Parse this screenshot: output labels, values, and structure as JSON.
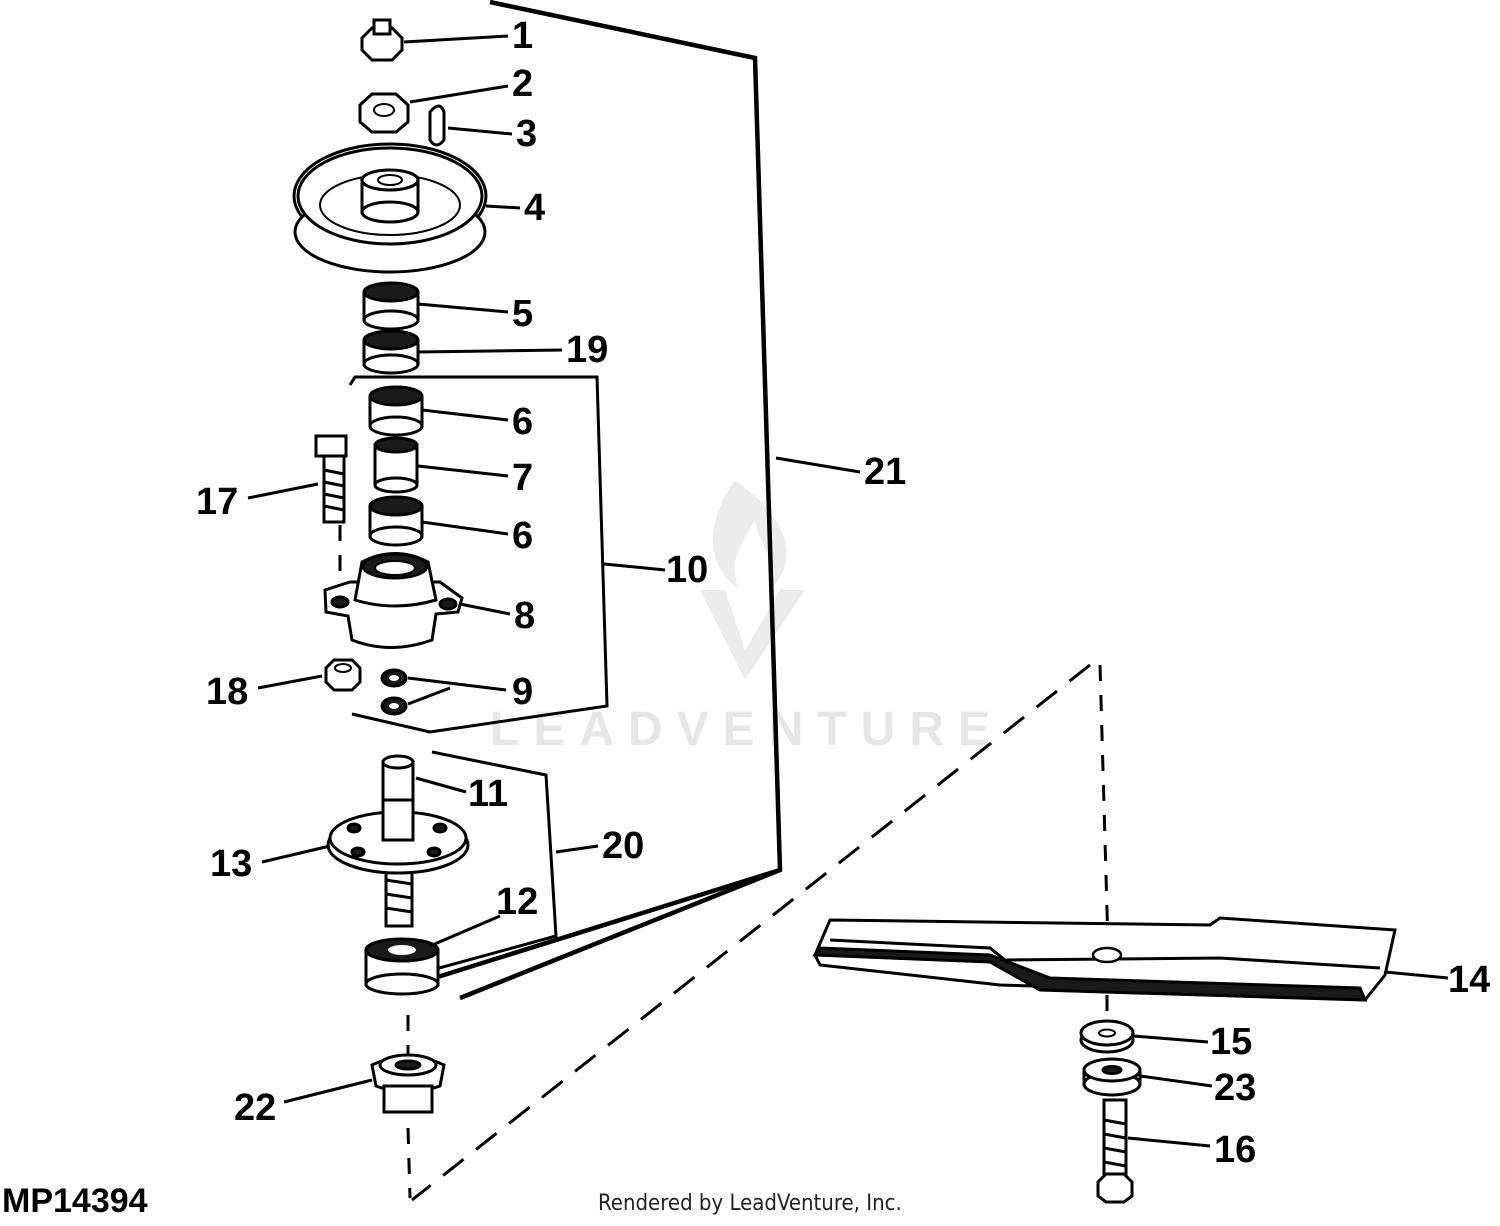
{
  "diagram": {
    "figure_id": "MP14394",
    "credit": "Rendered by LeadVenture, Inc.",
    "watermark": "LEADVENTURE",
    "callouts": [
      {
        "id": "c1",
        "label": "1"
      },
      {
        "id": "c2",
        "label": "2"
      },
      {
        "id": "c3",
        "label": "3"
      },
      {
        "id": "c4",
        "label": "4"
      },
      {
        "id": "c5",
        "label": "5"
      },
      {
        "id": "c19",
        "label": "19"
      },
      {
        "id": "c6a",
        "label": "6"
      },
      {
        "id": "c7",
        "label": "7"
      },
      {
        "id": "c6b",
        "label": "6"
      },
      {
        "id": "c17",
        "label": "17"
      },
      {
        "id": "c10",
        "label": "10"
      },
      {
        "id": "c21",
        "label": "21"
      },
      {
        "id": "c8",
        "label": "8"
      },
      {
        "id": "c18",
        "label": "18"
      },
      {
        "id": "c9",
        "label": "9"
      },
      {
        "id": "c11",
        "label": "11"
      },
      {
        "id": "c13",
        "label": "13"
      },
      {
        "id": "c20",
        "label": "20"
      },
      {
        "id": "c12",
        "label": "12"
      },
      {
        "id": "c14",
        "label": "14"
      },
      {
        "id": "c15",
        "label": "15"
      },
      {
        "id": "c23",
        "label": "23"
      },
      {
        "id": "c22",
        "label": "22"
      },
      {
        "id": "c16",
        "label": "16"
      }
    ]
  }
}
